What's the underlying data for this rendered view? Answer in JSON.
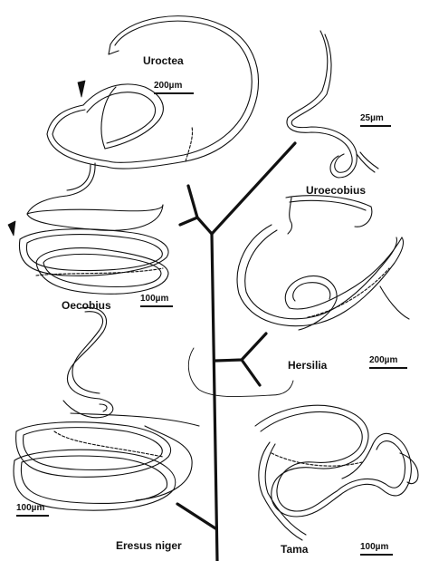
{
  "figure": {
    "taxa": {
      "uroctea": "Uroctea",
      "uroecobius": "Uroecobius",
      "oecobius": "Oecobius",
      "hersilia": "Hersilia",
      "eresus": "Eresus niger",
      "tama": "Tama"
    },
    "scale_bars": {
      "uroctea": "200µm",
      "uroecobius": "25µm",
      "oecobius": "100µm",
      "hersilia": "200µm",
      "eresus": "100µm",
      "tama": "100µm"
    },
    "colors": {
      "ink": "#111111",
      "background": "#ffffff"
    }
  }
}
